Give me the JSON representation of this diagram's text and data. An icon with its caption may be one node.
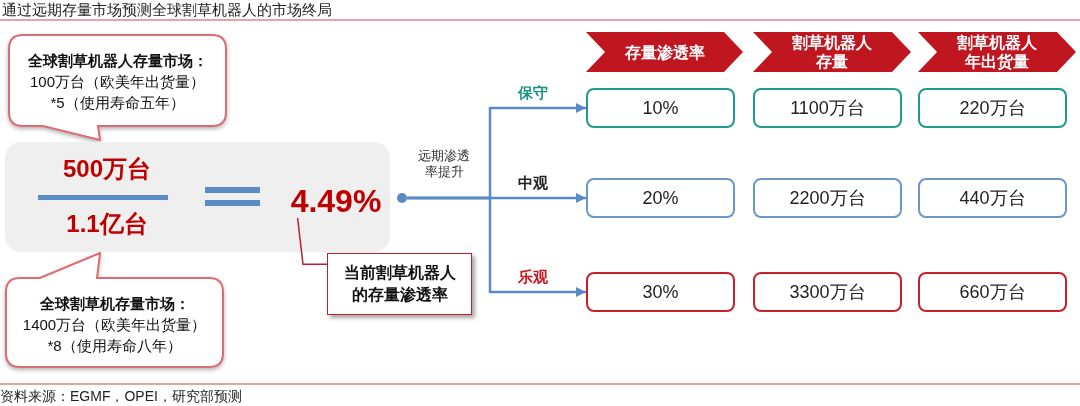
{
  "diagram": {
    "title": "通过远期存量市场预测全球割草机器人的市场终局",
    "caption": "资料来源：EGMF，OPEI，研究部预测",
    "nodes": [
      {
        "text": [
          "全球割草机器人存量市场：",
          "100万台（欧美年出货量）",
          "*5（使用寿命五年）"
        ]
      },
      {
        "text": [
          "500万台",
          "1.1亿台"
        ]
      },
      {
        "text": [
          "4.49%"
        ],
        "in": 1
      },
      {
        "text": [],
        "shape": "circle"
      },
      {
        "text": [
          "当前割草机器人的存量渗透率"
        ]
      },
      {
        "text": [
          "全球割草机存量市场：",
          "1400万台（欧美年出货量）",
          "*8（使用寿命八年）"
        ]
      },
      {
        "text": [
          "存量渗透率"
        ]
      },
      {
        "text": [
          "割草机器人存量"
        ]
      },
      {
        "text": [
          "割草机器人年出货量"
        ]
      },
      {
        "text": [
          "10%"
        ]
      },
      {
        "text": [
          "1100万台"
        ]
      },
      {
        "text": [
          "220万台"
        ]
      },
      {
        "text": [
          "20%"
        ]
      },
      {
        "text": [
          "2200万台"
        ]
      },
      {
        "text": [
          "440万台"
        ]
      },
      {
        "text": [
          "30%"
        ]
      },
      {
        "text": [
          "3300万台"
        ]
      },
      {
        "text": [
          "660万台"
        ]
      }
    ],
    "edges": [
      {
        "from": 3,
        "to": 9,
        "arrow": "to",
        "label": "保守"
      },
      {
        "from": 3,
        "to": 12,
        "arrow": "to",
        "label": "中观"
      },
      {
        "from": 3,
        "to": 15,
        "arrow": "to",
        "label": "乐观"
      },
      {
        "from": 4,
        "to": 2,
        "arrow": "none",
        "color": "#c0202a"
      }
    ],
    "labels": [
      "远期渗透率提升"
    ]
  }
}
